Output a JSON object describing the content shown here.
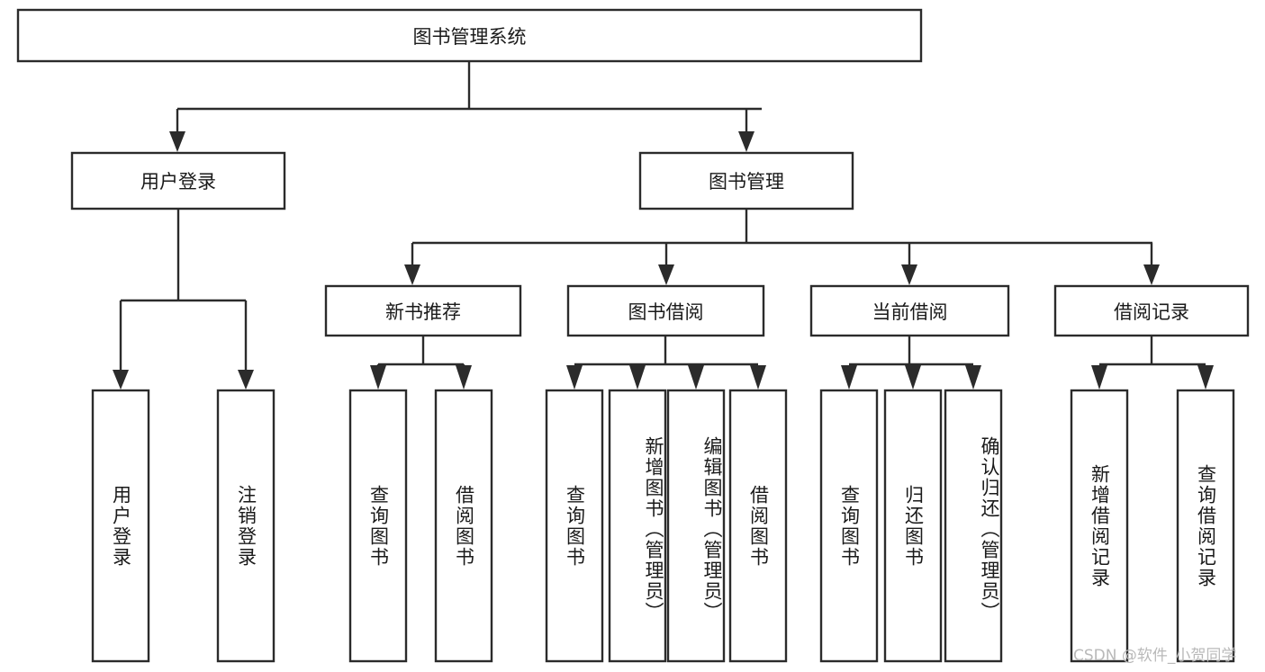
{
  "diagram": {
    "type": "tree-hierarchy",
    "title": "图书管理系统",
    "watermark": "CSDN @软件_小贺同学",
    "colors": {
      "box_stroke": "#2b2b2b",
      "box_fill": "#ffffff",
      "text": "#1a1a1a",
      "background": "#ffffff",
      "watermark": "#b9b9b9"
    },
    "levels": {
      "root": "图书管理系统",
      "level2": [
        "用户登录",
        "图书管理"
      ],
      "level3": [
        "新书推荐",
        "图书借阅",
        "当前借阅",
        "借阅记录"
      ]
    },
    "nodes": {
      "root": {
        "label": "图书管理系统"
      },
      "user_login": {
        "label": "用户登录"
      },
      "book_manage": {
        "label": "图书管理"
      },
      "new_book_rec": {
        "label": "新书推荐"
      },
      "book_borrow": {
        "label": "图书借阅"
      },
      "current_borrow": {
        "label": "当前借阅"
      },
      "borrow_record": {
        "label": "借阅记录"
      }
    },
    "leaves": {
      "user_login": [
        {
          "label": "用户登录"
        },
        {
          "label": "注销登录"
        }
      ],
      "new_book_rec": [
        {
          "label": "查询图书"
        },
        {
          "label": "借阅图书"
        }
      ],
      "book_borrow": [
        {
          "label": "查询图书"
        },
        {
          "label": "新增图书（管理员）"
        },
        {
          "label": "编辑图书（管理员）"
        },
        {
          "label": "借阅图书"
        }
      ],
      "current_borrow": [
        {
          "label": "查询图书"
        },
        {
          "label": "归还图书"
        },
        {
          "label": "确认归还（管理员）"
        }
      ],
      "borrow_record": [
        {
          "label": "新增借阅记录"
        },
        {
          "label": "查询借阅记录"
        }
      ]
    },
    "edges": [
      {
        "from": "图书管理系统",
        "to": "用户登录"
      },
      {
        "from": "图书管理系统",
        "to": "图书管理"
      },
      {
        "from": "图书管理",
        "to": "新书推荐"
      },
      {
        "from": "图书管理",
        "to": "图书借阅"
      },
      {
        "from": "图书管理",
        "to": "当前借阅"
      },
      {
        "from": "图书管理",
        "to": "借阅记录"
      },
      {
        "from": "用户登录",
        "to": "用户登录"
      },
      {
        "from": "用户登录",
        "to": "注销登录"
      },
      {
        "from": "新书推荐",
        "to": "查询图书"
      },
      {
        "from": "新书推荐",
        "to": "借阅图书"
      },
      {
        "from": "图书借阅",
        "to": "查询图书"
      },
      {
        "from": "图书借阅",
        "to": "新增图书（管理员）"
      },
      {
        "from": "图书借阅",
        "to": "编辑图书（管理员）"
      },
      {
        "from": "图书借阅",
        "to": "借阅图书"
      },
      {
        "from": "当前借阅",
        "to": "查询图书"
      },
      {
        "from": "当前借阅",
        "to": "归还图书"
      },
      {
        "from": "当前借阅",
        "to": "确认归还（管理员）"
      },
      {
        "from": "借阅记录",
        "to": "新增借阅记录"
      },
      {
        "from": "借阅记录",
        "to": "查询借阅记录"
      }
    ]
  }
}
